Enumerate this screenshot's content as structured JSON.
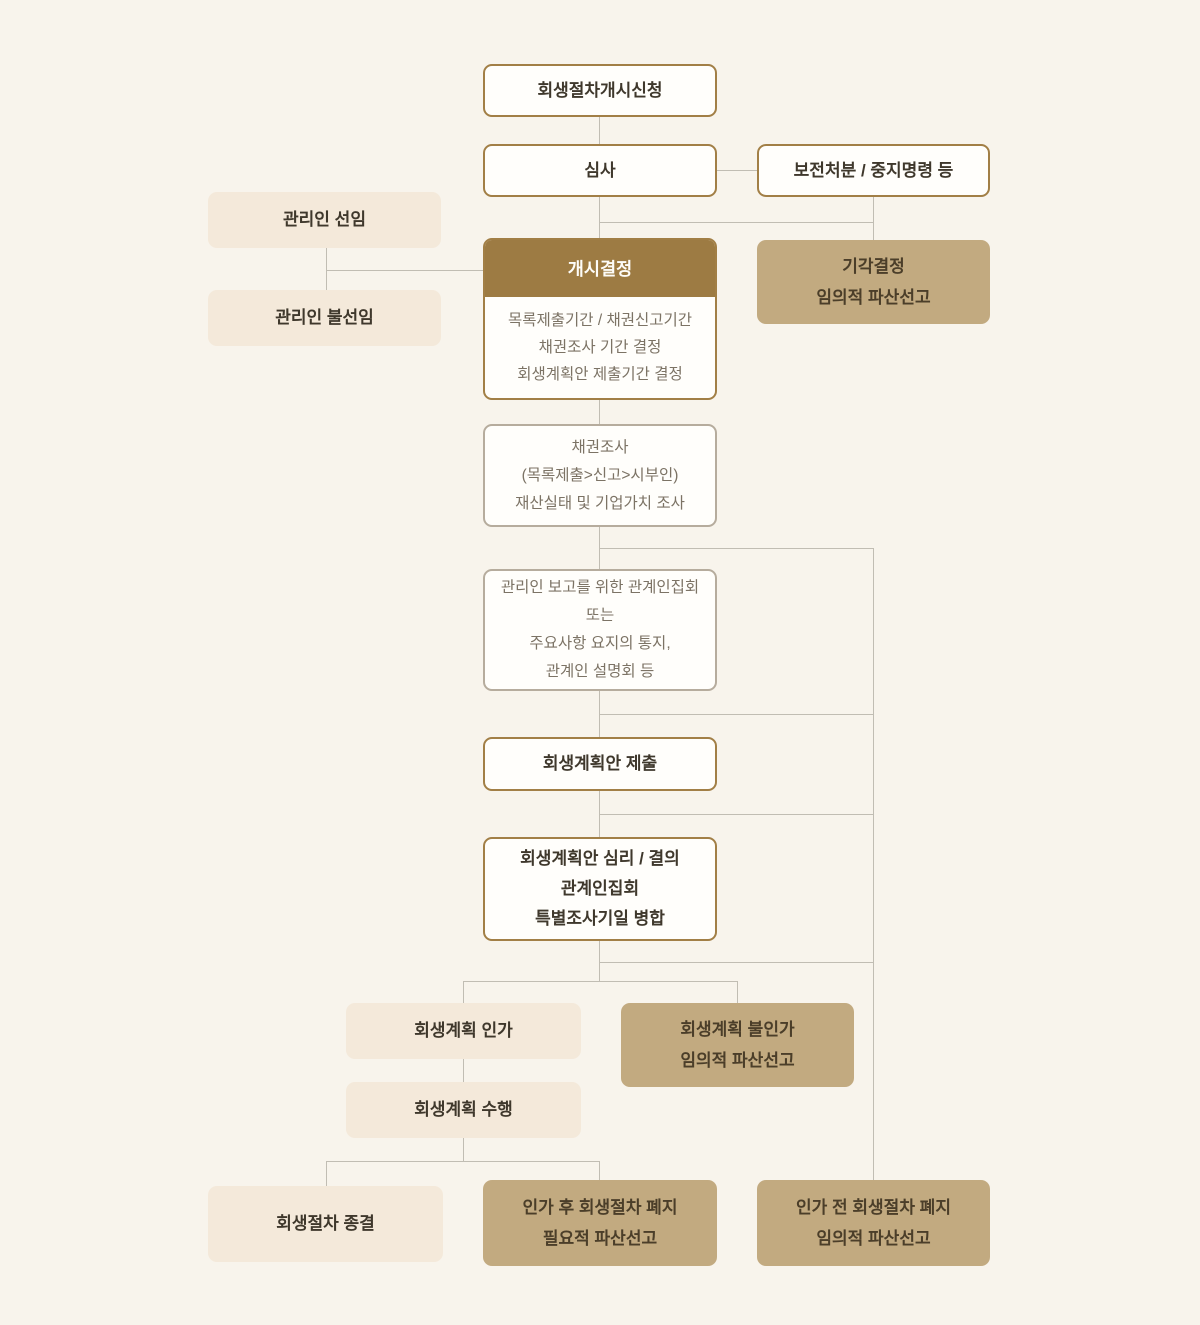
{
  "diagram": {
    "title_hint": "corporate-rehabilitation-procedure-flowchart",
    "colors": {
      "background": "#f8f4ec",
      "gold_border": "#a27f46",
      "header_brown": "#9d7b43",
      "tan_fill": "#c2aa80",
      "cream_fill": "#f4e9da",
      "white_box": "#fffefb",
      "light_border": "#b6ac9d",
      "dark_text": "#3f382c",
      "gray_text": "#7c7365",
      "tan_text": "#4b3e29",
      "connector_line": "#c1bdb3"
    },
    "nodes": {
      "application": {
        "label": "회생절차개시신청"
      },
      "review": {
        "label": "심사"
      },
      "preservation_order": {
        "label": "보전처분 / 중지명령 등"
      },
      "manager_appointed": {
        "label": "관리인 선임"
      },
      "manager_not_appointed": {
        "label": "관리인 불선임"
      },
      "commencement": {
        "title": "개시결정",
        "lines": [
          "목록제출기간 / 채권신고기간",
          "채권조사 기간 결정",
          "회생계획안 제출기간 결정"
        ]
      },
      "dismissal": {
        "lines": [
          "기각결정",
          "임의적 파산선고"
        ]
      },
      "claim_investigation": {
        "lines": [
          "채권조사",
          "(목록제출>신고>시부인)",
          "재산실태 및 기업가치 조사"
        ]
      },
      "stakeholder_meeting": {
        "lines": [
          "관리인 보고를 위한 관계인집회",
          "또는",
          "주요사항 요지의 통지,",
          "관계인 설명회 등"
        ]
      },
      "plan_submission": {
        "label": "회생계획안 제출"
      },
      "plan_review": {
        "lines": [
          "회생계획안 심리 / 결의",
          "관계인집회",
          "특별조사기일 병합"
        ]
      },
      "plan_approval": {
        "label": "회생계획 인가"
      },
      "plan_rejection": {
        "lines": [
          "회생계획 불인가",
          "임의적 파산선고"
        ]
      },
      "plan_execution": {
        "label": "회생계획 수행"
      },
      "procedure_closure": {
        "label": "회생절차 종결"
      },
      "post_approval_discontinuation": {
        "lines": [
          "인가 후 회생절차 폐지",
          "필요적 파산선고"
        ]
      },
      "pre_approval_discontinuation": {
        "lines": [
          "인가 전 회생절차 폐지",
          "임의적 파산선고"
        ]
      }
    }
  }
}
